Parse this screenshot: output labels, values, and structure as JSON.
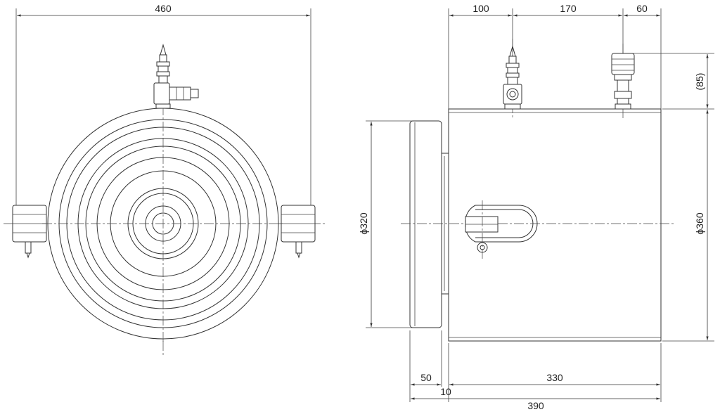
{
  "colors": {
    "line": "#333333",
    "background": "#ffffff"
  },
  "front_view": {
    "width_label": "460"
  },
  "side_view": {
    "top_dims": [
      "100",
      "170",
      "60"
    ],
    "height_label": "(85)",
    "dia_small_label": "ϕ320",
    "dia_large_label": "ϕ360",
    "bottom_dims": {
      "d50": "50",
      "d10": "10",
      "d330": "330",
      "d390": "390"
    }
  }
}
